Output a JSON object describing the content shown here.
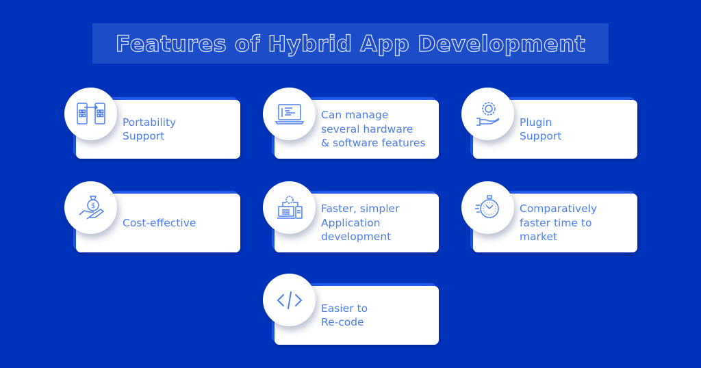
{
  "title": "Features of Hybrid App Development",
  "colors": {
    "background": "#0033bb",
    "title_band": "#1c4cc8",
    "accent": "#4a7df0",
    "underlay": "#1f5cf0"
  },
  "features": [
    {
      "icon": "phones-transfer-icon",
      "label": "Portability\nSupport"
    },
    {
      "icon": "laptop-code-icon",
      "label": "Can manage\nseveral hardware\n& software features"
    },
    {
      "icon": "hand-gear-icon",
      "label": "Plugin\nSupport"
    },
    {
      "icon": "hand-money-bag-icon",
      "label": "Cost-effective"
    },
    {
      "icon": "devices-gear-icon",
      "label": "Faster, simpler\nApplication\ndevelopment"
    },
    {
      "icon": "stopwatch-icon",
      "label": "Comparatively\nfaster time to\nmarket"
    },
    {
      "icon": "code-brackets-icon",
      "label": "Easier to\nRe-code"
    }
  ]
}
